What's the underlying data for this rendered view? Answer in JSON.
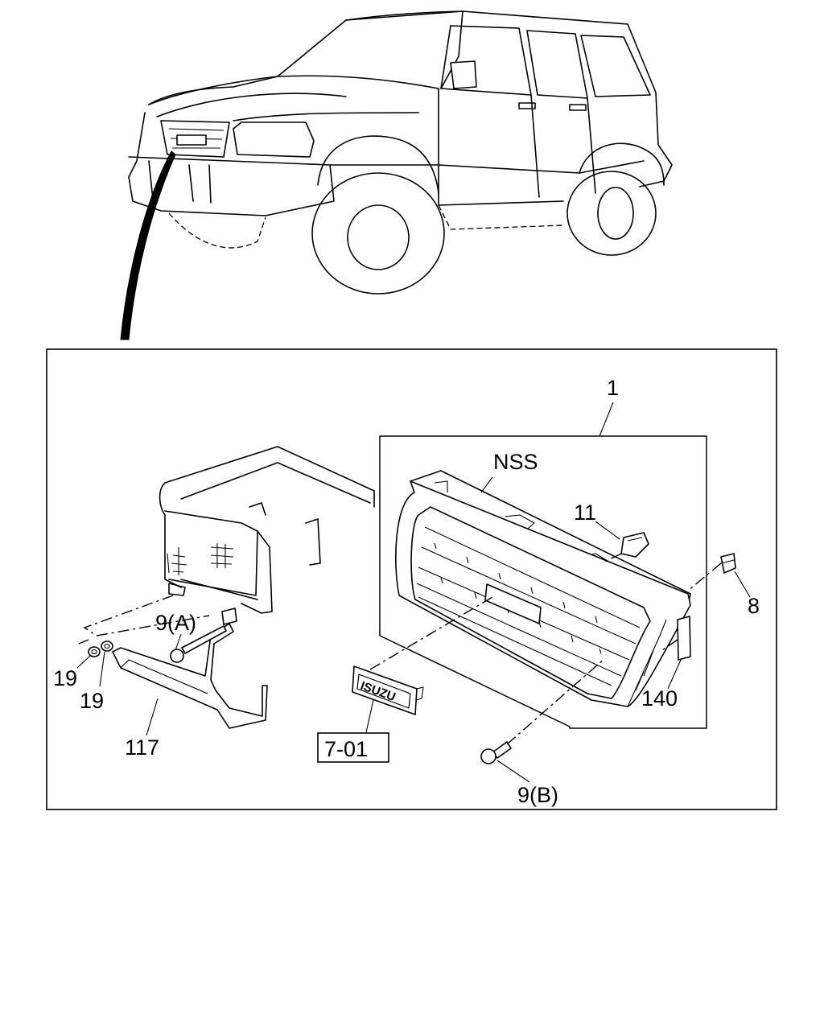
{
  "callouts": {
    "main_assembly": "1",
    "nss": "NSS",
    "clip_top": "11",
    "clip_side": "8",
    "screw_a": "9(A)",
    "screw_b": "9(B)",
    "nut_left": "19",
    "nut_right": "19",
    "bracket": "117",
    "side_trim": "140",
    "emblem_ref": "7-01"
  },
  "emblem_text": "ISUZU"
}
